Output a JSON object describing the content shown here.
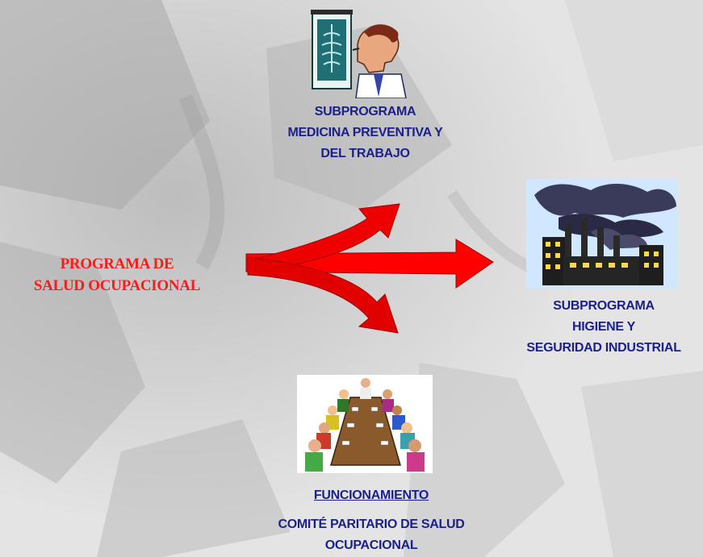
{
  "program": {
    "line1": "PROGRAMA DE",
    "line2": "SALUD OCUPACIONAL"
  },
  "medicina": {
    "line1": "SUBPROGRAMA",
    "line2": "MEDICINA PREVENTIVA Y",
    "line3": "DEL TRABAJO"
  },
  "higiene": {
    "line1": "SUBPROGRAMA",
    "line2": "HIGIENE Y",
    "line3": "SEGURIDAD INDUSTRIAL"
  },
  "comite": {
    "heading": "FUNCIONAMIENTO",
    "line1": "COMITÉ PARITARIO DE SALUD",
    "line2": "OCUPACIONAL"
  },
  "colors": {
    "arrow_red": "#ff0000",
    "text_blue": "#1a1f8a",
    "text_red": "#ff1a1a"
  },
  "icons": [
    "doctor-xray-icon",
    "factory-pollution-icon",
    "meeting-table-icon"
  ]
}
